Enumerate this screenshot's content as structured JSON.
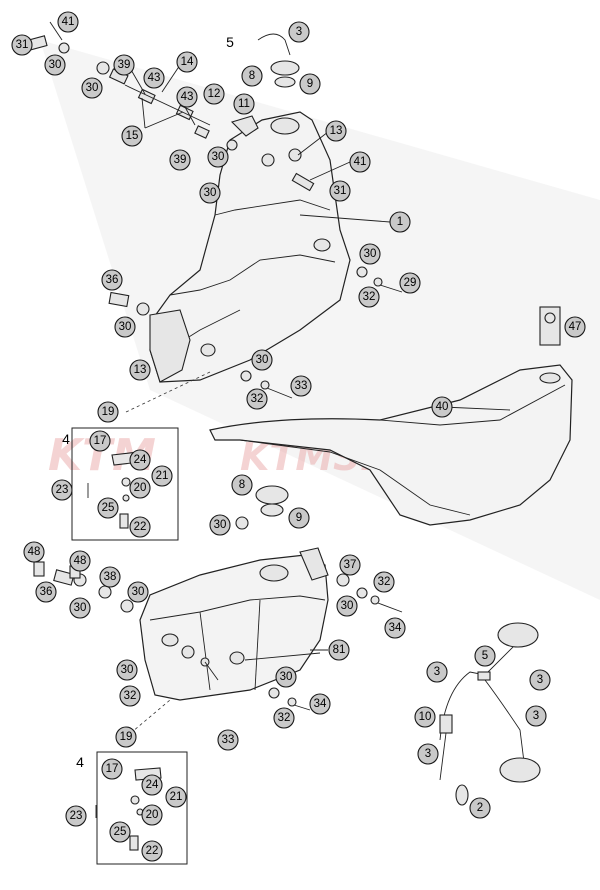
{
  "watermark": {
    "brand": "KTM",
    "text": "KTMSKLEP.PL"
  },
  "callouts": {
    "p31a": "31",
    "p41a": "41",
    "p30a": "30",
    "p30b": "30",
    "p39a": "39",
    "p43a": "43",
    "p14": "14",
    "p43b": "43",
    "p15": "15",
    "p39b": "39",
    "p12": "12",
    "p11": "11",
    "p30c": "30",
    "p5a": "5",
    "p3a": "3",
    "p8a": "8",
    "p9a": "9",
    "p13a": "13",
    "p41b": "41",
    "p30d": "30",
    "p31b": "31",
    "p1": "1",
    "p30e": "30",
    "p29": "29",
    "p32a": "32",
    "p36a": "36",
    "p30f": "30",
    "p13b": "13",
    "p30g": "30",
    "p33a": "33",
    "p32b": "32",
    "p47": "47",
    "p40": "40",
    "p19a": "19",
    "p17a": "17",
    "p24a": "24",
    "p21a": "21",
    "p23a": "23",
    "p20a": "20",
    "p25a": "25",
    "p22a": "22",
    "p8b": "8",
    "p9b": "9",
    "p30h": "30",
    "p48a": "48",
    "p48b": "48",
    "p36b": "36",
    "p38": "38",
    "p30i": "30",
    "p30j": "30",
    "p37": "37",
    "p32c": "32",
    "p30k": "30",
    "p34a": "34",
    "p81": "81",
    "p30l": "30",
    "p32d": "32",
    "p33b": "33",
    "p30m": "30",
    "p34b": "34",
    "p32e": "32",
    "p3b": "3",
    "p5b": "5",
    "p3c": "3",
    "p10": "10",
    "p3d": "3",
    "p3e": "3",
    "p19b": "19",
    "p17b": "17",
    "p24b": "24",
    "p21b": "21",
    "p23b": "23",
    "p20b": "20",
    "p25b": "25",
    "p22b": "22",
    "p2": "2"
  },
  "box_labels": {
    "p4a": "4",
    "p4b": "4"
  }
}
